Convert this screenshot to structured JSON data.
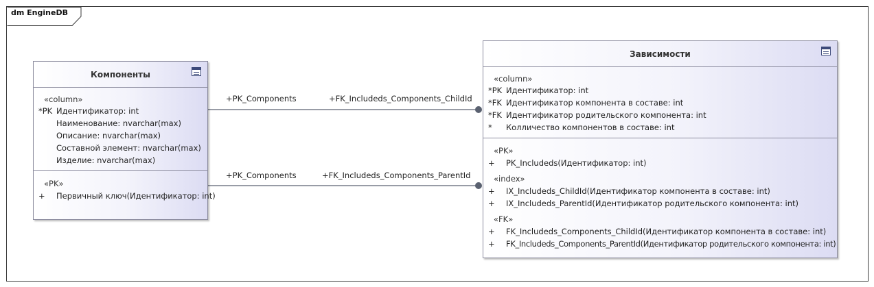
{
  "frame": {
    "title": "dm EngineDB"
  },
  "entities": {
    "components": {
      "title": "Компоненты",
      "column_stereotype": "«column»",
      "columns": [
        {
          "key": "*PK",
          "text": "Идентификатор: int"
        },
        {
          "key": "",
          "text": "Наименование: nvarchar(max)"
        },
        {
          "key": "",
          "text": "Описание: nvarchar(max)"
        },
        {
          "key": "",
          "text": "Составной элемент: nvarchar(max)"
        },
        {
          "key": "",
          "text": "Изделие: nvarchar(max)"
        }
      ],
      "pk_stereotype": "«PK»",
      "pk_ops": [
        {
          "key": "+",
          "text": "Первичный ключ(Идентификатор: int)"
        }
      ]
    },
    "dependencies": {
      "title": "Зависимости",
      "column_stereotype": "«column»",
      "columns": [
        {
          "key": "*PK",
          "text": "Идентификатор: int"
        },
        {
          "key": "*FK",
          "text": "Идентификатор компонента в составе: int"
        },
        {
          "key": "*FK",
          "text": "Идентификатор родительского компонента: int"
        },
        {
          "key": "*",
          "text": "Колличество компонентов в составе: int"
        }
      ],
      "pk_stereotype": "«PK»",
      "pk_ops": [
        {
          "key": "+",
          "text": "PK_Includeds(Идентификатор: int)"
        }
      ],
      "index_stereotype": "«index»",
      "index_ops": [
        {
          "key": "+",
          "text": "IX_Includeds_ChildId(Идентификатор компонента в составе: int)"
        },
        {
          "key": "+",
          "text": "IX_Includeds_ParentId(Идентификатор родительского компонента: int)"
        }
      ],
      "fk_stereotype": "«FK»",
      "fk_ops": [
        {
          "key": "+",
          "text": "FK_Includeds_Components_ChildId(Идентификатор компонента в составе: int)"
        },
        {
          "key": "+",
          "text": "FK_Includeds_Components_ParentId(Идентификатор родительского компонента: int)"
        }
      ]
    }
  },
  "connectors": [
    {
      "source_role": "+PK_Components",
      "target_role": "+FK_Includeds_Components_ChildId"
    },
    {
      "source_role": "+PK_Components",
      "target_role": "+FK_Includeds_Components_ParentId"
    }
  ]
}
